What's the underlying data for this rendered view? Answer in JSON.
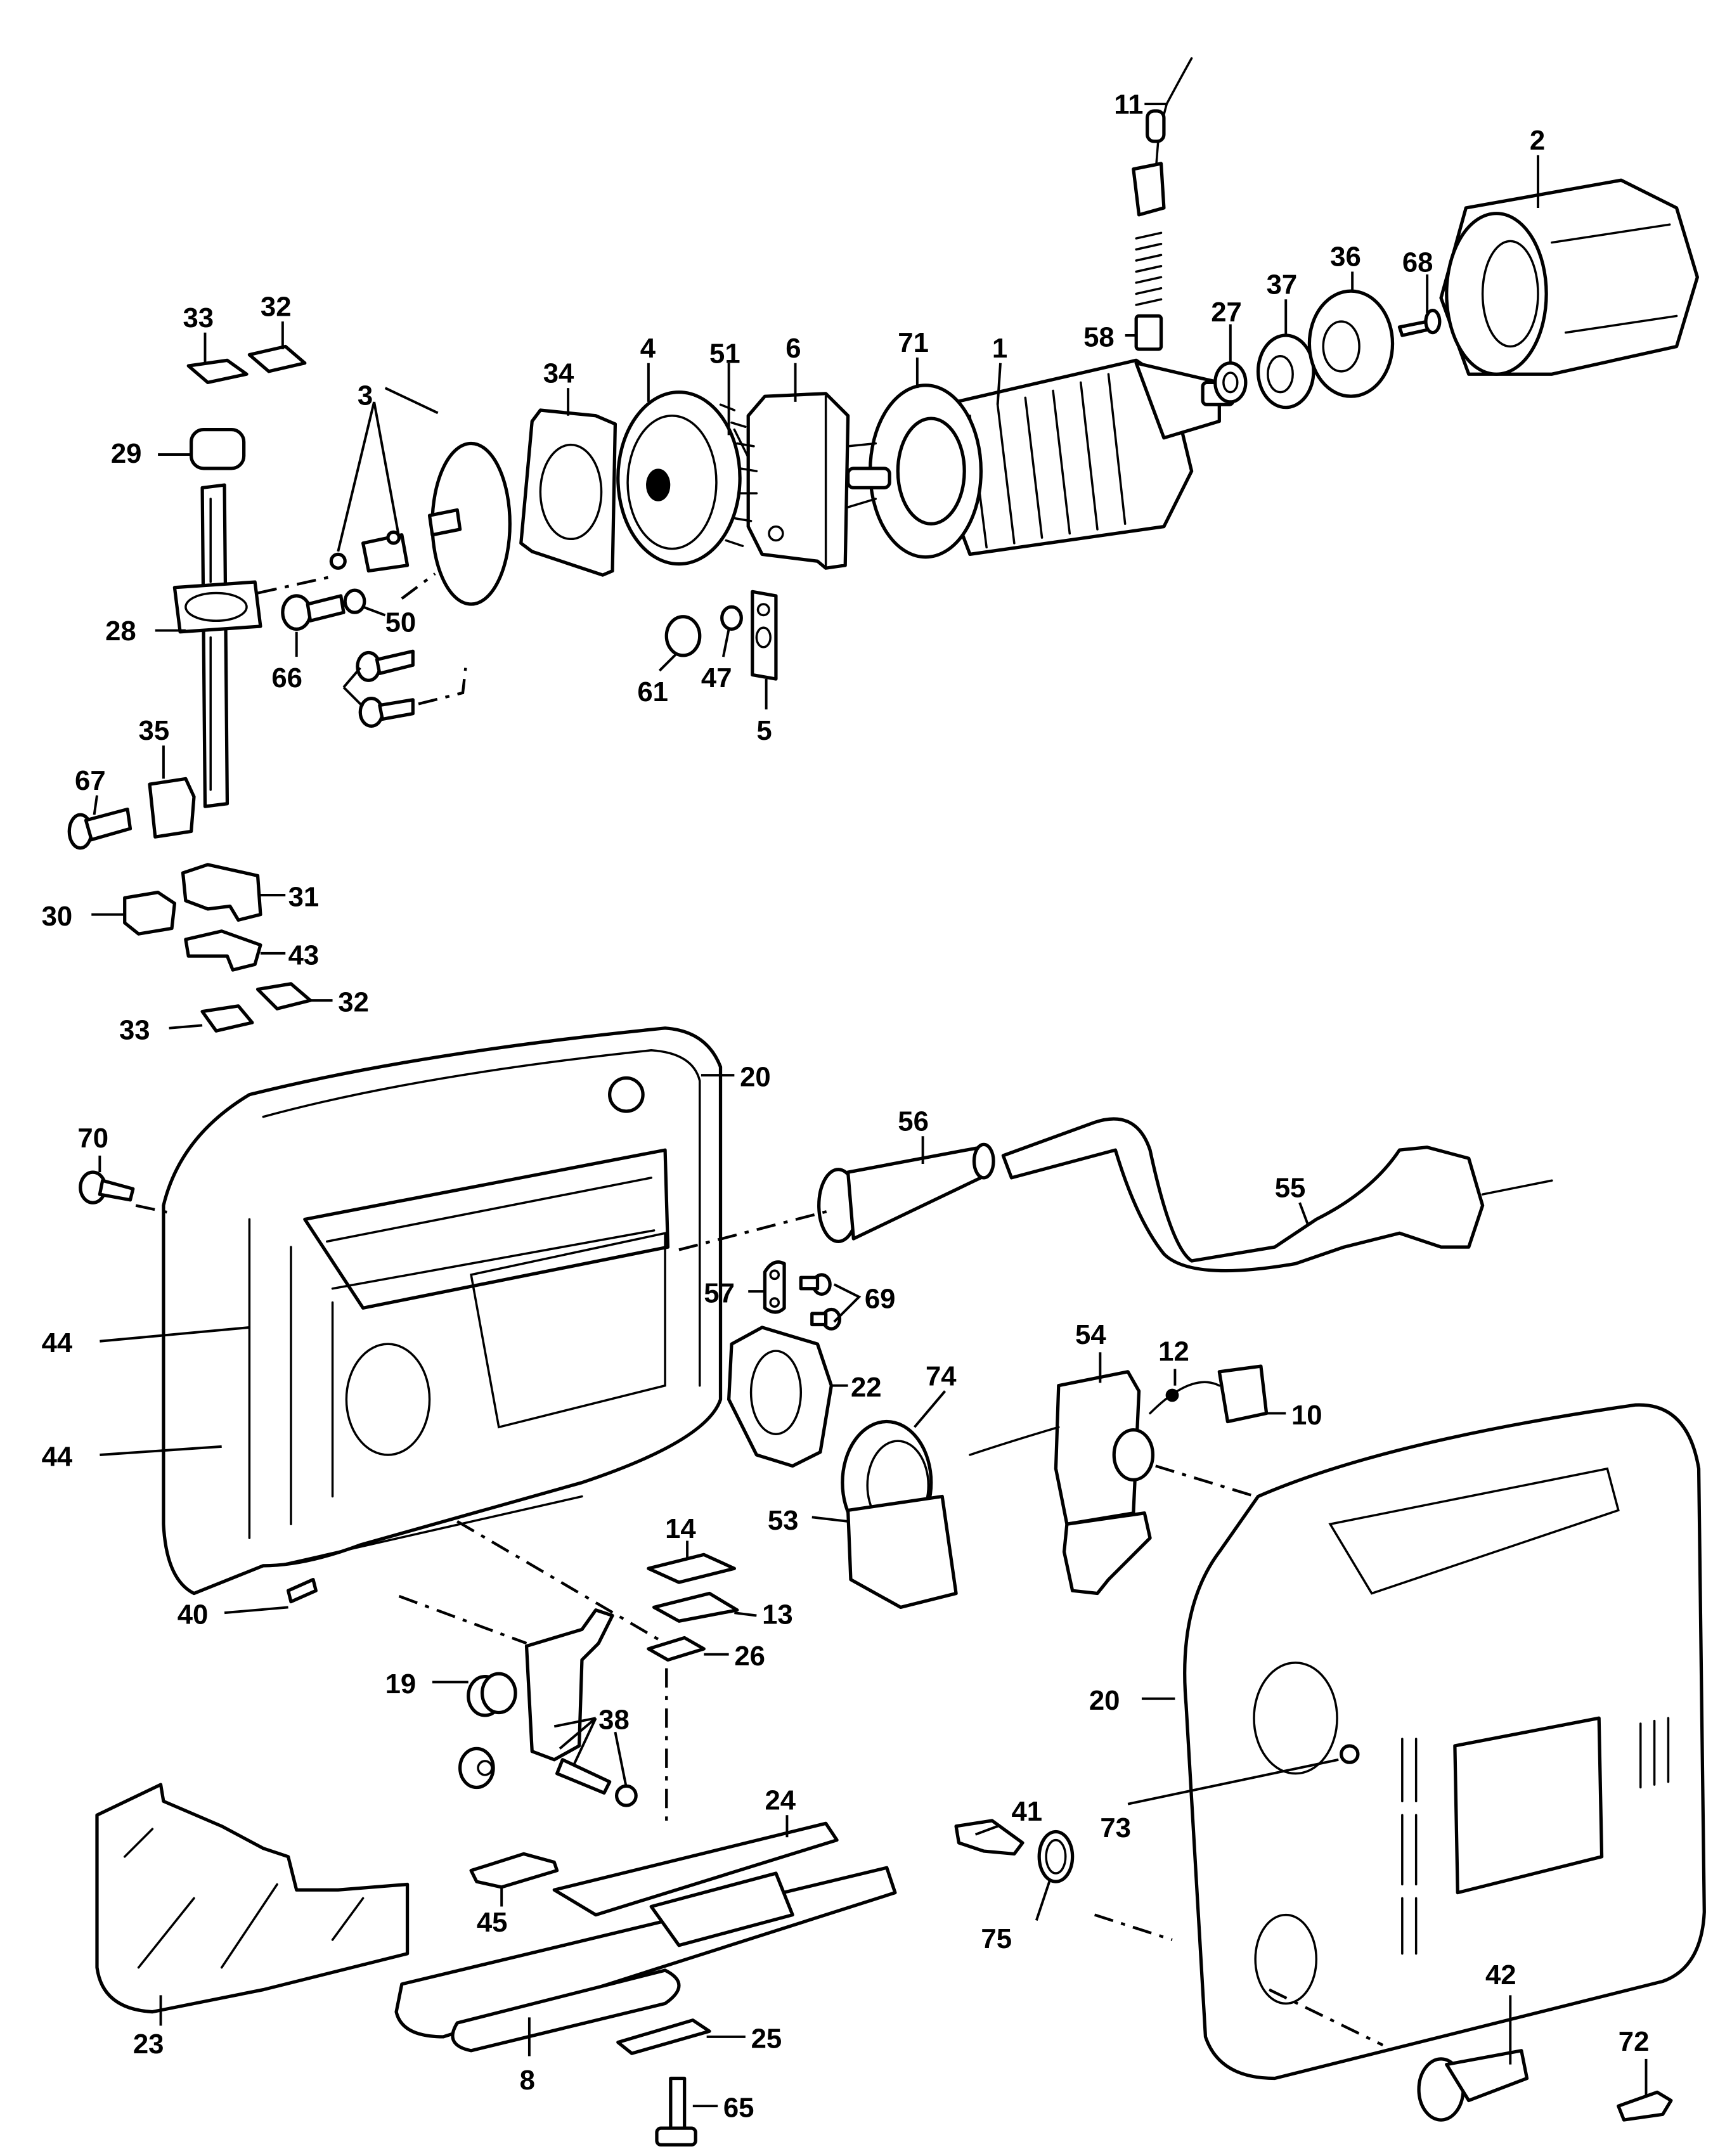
{
  "title": "Jigsaw exploded parts diagram",
  "labels": [
    {
      "id": "p11",
      "text": "11"
    },
    {
      "id": "p2",
      "text": "2"
    },
    {
      "id": "p33a",
      "text": "33"
    },
    {
      "id": "p32a",
      "text": "32"
    },
    {
      "id": "p58",
      "text": "58"
    },
    {
      "id": "p27",
      "text": "27"
    },
    {
      "id": "p37",
      "text": "37"
    },
    {
      "id": "p36",
      "text": "36"
    },
    {
      "id": "p68",
      "text": "68"
    },
    {
      "id": "p34",
      "text": "34"
    },
    {
      "id": "p4",
      "text": "4"
    },
    {
      "id": "p51",
      "text": "51"
    },
    {
      "id": "p6",
      "text": "6"
    },
    {
      "id": "p71",
      "text": "71"
    },
    {
      "id": "p1",
      "text": "1"
    },
    {
      "id": "p29",
      "text": "29"
    },
    {
      "id": "p3",
      "text": "3"
    },
    {
      "id": "p28",
      "text": "28"
    },
    {
      "id": "p50",
      "text": "50"
    },
    {
      "id": "p66",
      "text": "66"
    },
    {
      "id": "p61",
      "text": "61"
    },
    {
      "id": "p47",
      "text": "47"
    },
    {
      "id": "p5",
      "text": "5"
    },
    {
      "id": "p35",
      "text": "35"
    },
    {
      "id": "p67",
      "text": "67"
    },
    {
      "id": "p30",
      "text": "30"
    },
    {
      "id": "p31",
      "text": "31"
    },
    {
      "id": "p43",
      "text": "43"
    },
    {
      "id": "p33b",
      "text": "33"
    },
    {
      "id": "p32b",
      "text": "32"
    },
    {
      "id": "p20a",
      "text": "20"
    },
    {
      "id": "p70",
      "text": "70"
    },
    {
      "id": "p56",
      "text": "56"
    },
    {
      "id": "p55",
      "text": "55"
    },
    {
      "id": "p57",
      "text": "57"
    },
    {
      "id": "p69",
      "text": "69"
    },
    {
      "id": "p44a",
      "text": "44"
    },
    {
      "id": "p22",
      "text": "22"
    },
    {
      "id": "p74",
      "text": "74"
    },
    {
      "id": "p54",
      "text": "54"
    },
    {
      "id": "p12",
      "text": "12"
    },
    {
      "id": "p10",
      "text": "10"
    },
    {
      "id": "p44b",
      "text": "44"
    },
    {
      "id": "p53",
      "text": "53"
    },
    {
      "id": "p40",
      "text": "40"
    },
    {
      "id": "p14",
      "text": "14"
    },
    {
      "id": "p13",
      "text": "13"
    },
    {
      "id": "p26",
      "text": "26"
    },
    {
      "id": "p19",
      "text": "19"
    },
    {
      "id": "p38",
      "text": "38"
    },
    {
      "id": "p20b",
      "text": "20"
    },
    {
      "id": "p24",
      "text": "24"
    },
    {
      "id": "p41",
      "text": "41"
    },
    {
      "id": "p73",
      "text": "73"
    },
    {
      "id": "p45",
      "text": "45"
    },
    {
      "id": "p75",
      "text": "75"
    },
    {
      "id": "p23",
      "text": "23"
    },
    {
      "id": "p25",
      "text": "25"
    },
    {
      "id": "p42",
      "text": "42"
    },
    {
      "id": "p72",
      "text": "72"
    },
    {
      "id": "p8",
      "text": "8"
    },
    {
      "id": "p65",
      "text": "65"
    }
  ]
}
